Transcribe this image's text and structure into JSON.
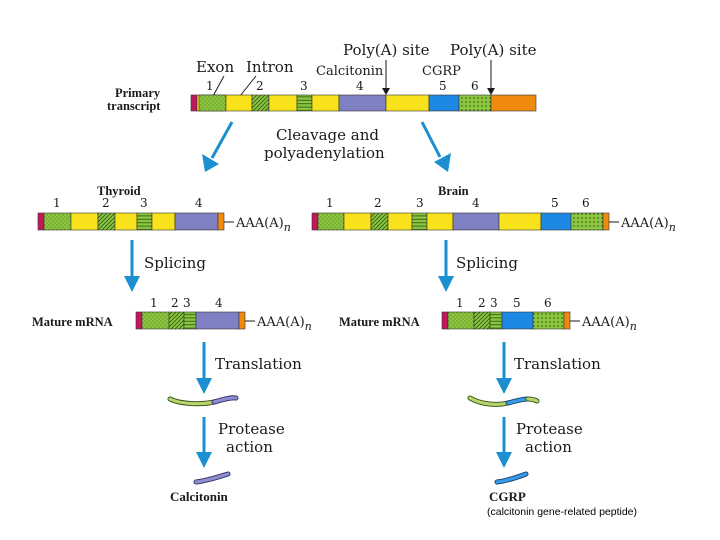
{
  "labels": {
    "exon": "Exon",
    "intron": "Intron",
    "polya_site_1": "Poly(A) site",
    "polya_site_2": "Poly(A) site",
    "calcitonin_site": "Calcitonin",
    "cgrp_site": "CGRP",
    "primary_transcript_line1": "Primary",
    "primary_transcript_line2": "transcript",
    "cleavage_line1": "Cleavage and",
    "cleavage_line2": "polyadenylation",
    "thyroid": "Thyroid",
    "brain": "Brain",
    "polya_tail_base": "AAA(A)",
    "polya_tail_sub": "n",
    "splicing": "Splicing",
    "mature_mrna": "Mature mRNA",
    "translation": "Translation",
    "protease_line1": "Protease",
    "protease_line2": "action",
    "calcitonin_product": "Calcitonin",
    "cgrp_product": "CGRP",
    "cgrp_full": "(calcitonin gene-related peptide)"
  },
  "exon_numbers": {
    "e1": "1",
    "e2": "2",
    "e3": "3",
    "e4": "4",
    "e5": "5",
    "e6": "6"
  },
  "colors": {
    "cap": "#c2185b",
    "intron": "#f7e21b",
    "exon_green": "#8ec63f",
    "exon_purple": "#7f7fc4",
    "exon_blue": "#1e88e5",
    "exon_orange": "#ef8a0f",
    "arrow_blue": "#1b8fd0"
  }
}
